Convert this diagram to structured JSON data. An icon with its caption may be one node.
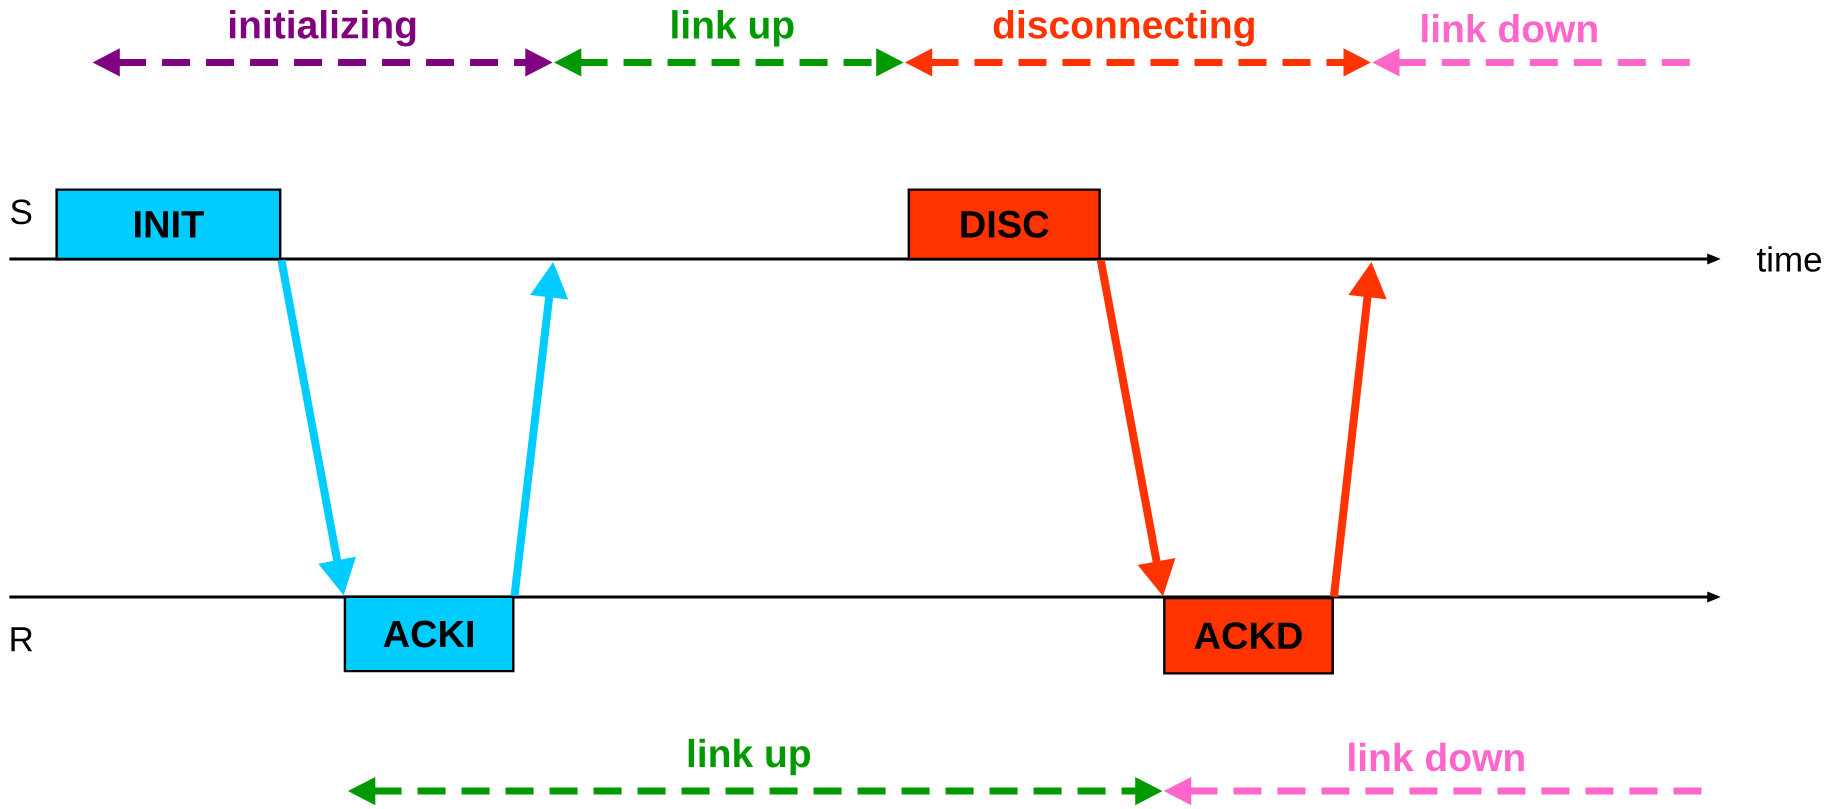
{
  "diagram": {
    "nodes": [
      {
        "text": [
          "INIT"
        ]
      },
      {
        "text": [
          "DISC"
        ]
      },
      {
        "text": [
          "ACKI"
        ]
      },
      {
        "text": [
          "ACKD"
        ]
      }
    ],
    "edges": [
      {
        "from": 0,
        "to": 2,
        "arrow": "to",
        "color": "#00ccff"
      },
      {
        "from": 2,
        "to": null,
        "arrow": "to",
        "color": "#00ccff"
      },
      {
        "from": 1,
        "to": 3,
        "arrow": "to",
        "color": "#ff3300"
      },
      {
        "from": 3,
        "to": null,
        "arrow": "to",
        "color": "#ff3300"
      }
    ],
    "labels": [
      "initializing",
      "link up",
      "disconnecting",
      "link down",
      "S",
      "time",
      "R",
      "link up",
      "link down"
    ]
  }
}
